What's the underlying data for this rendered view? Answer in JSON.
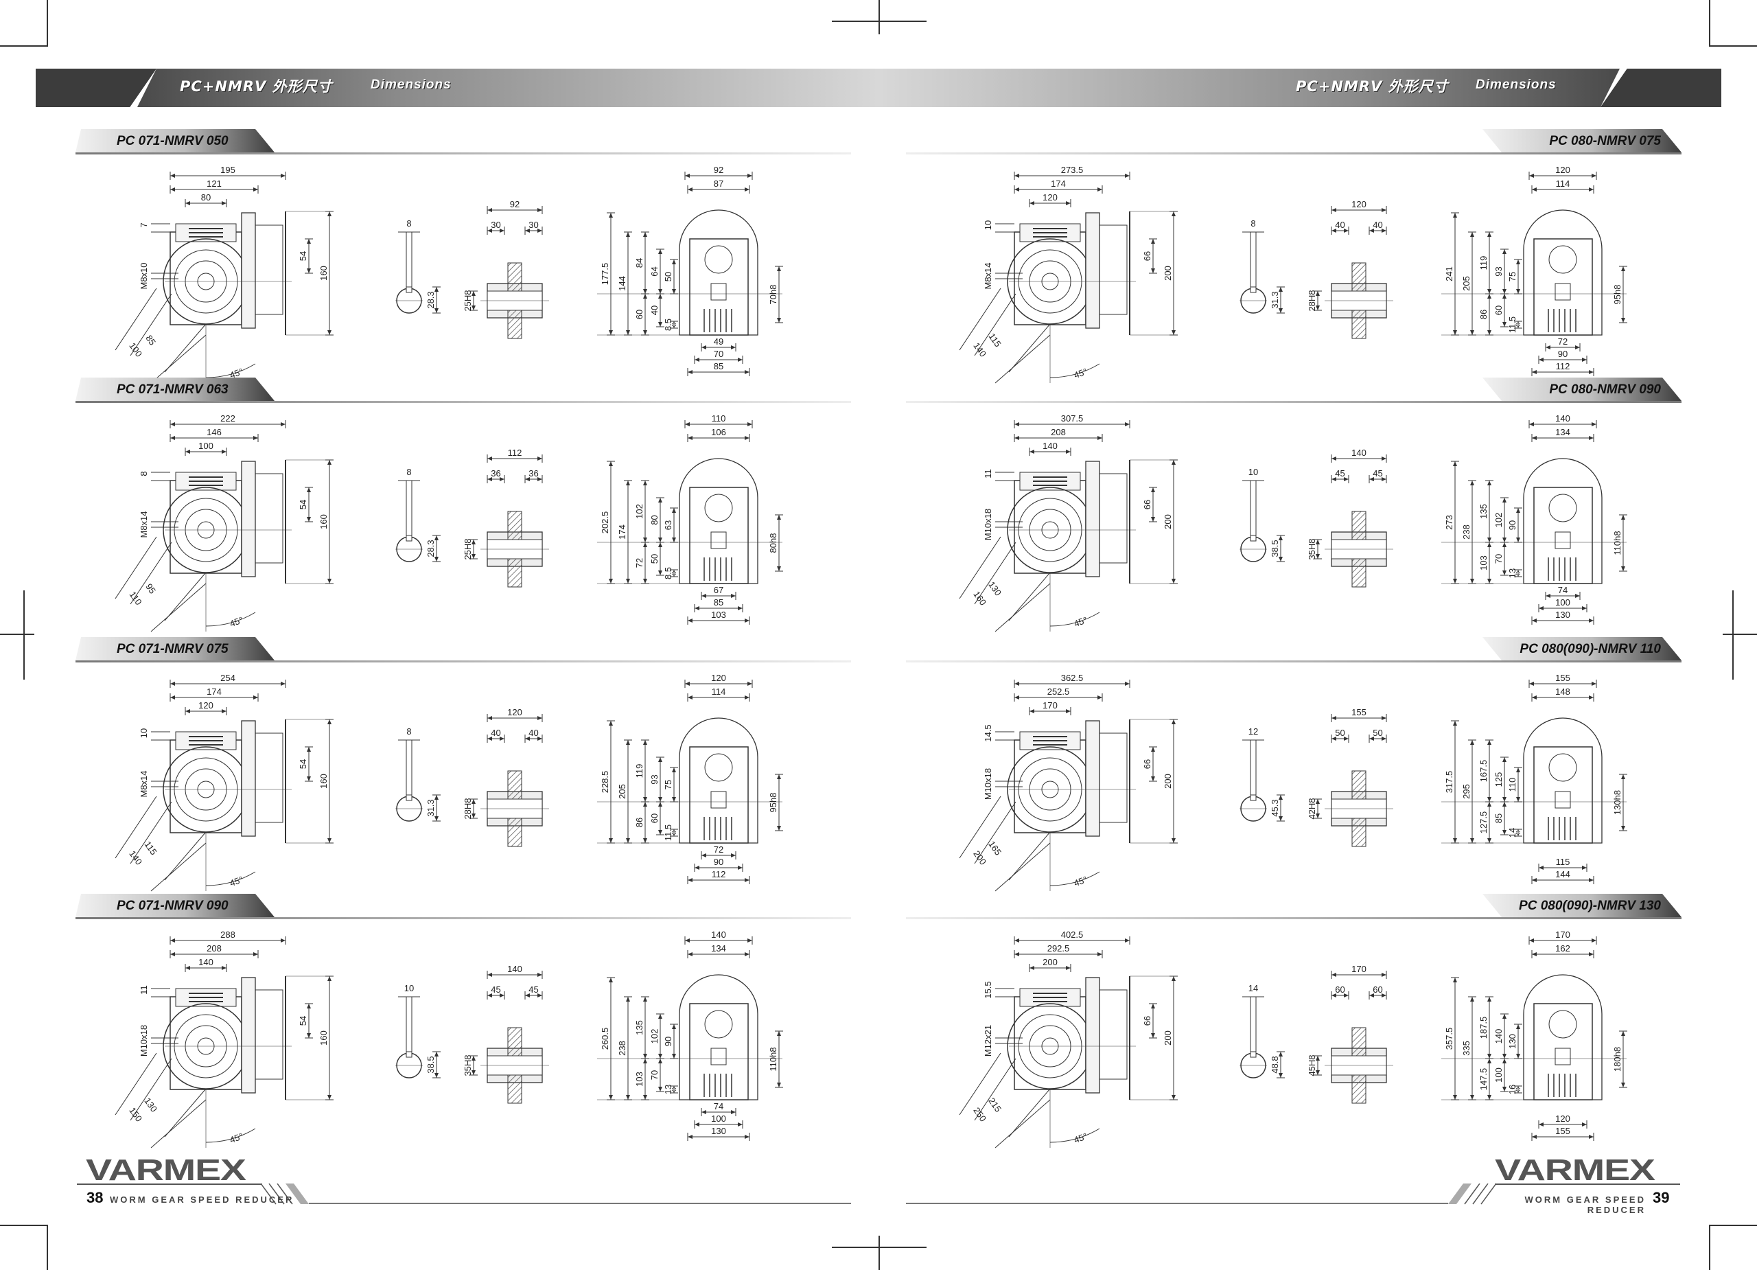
{
  "header": {
    "left": {
      "title": "PC+NMRV 外形尺寸",
      "subtitle": "Dimensions"
    },
    "right": {
      "title": "PC+NMRV 外形尺寸",
      "subtitle": "Dimensions"
    }
  },
  "sections": [
    {
      "page": "left",
      "title": "PC 071-NMRV 050",
      "side": {
        "overall": "195",
        "mid": "121",
        "inner": "80",
        "top": "7",
        "thread": "M8x10",
        "offset": "54",
        "height": "160",
        "diag_inner": "85",
        "diag_outer": "100",
        "angle": "45°"
      },
      "shaft": {
        "key": "8",
        "key_height": "28.3",
        "bore": "25H8",
        "length": "92",
        "hub_left": "30",
        "hub_right": "30"
      },
      "front": {
        "width_outer": "92",
        "width_inner": "87",
        "upper": [
          "177.5",
          "144",
          "84",
          "64",
          "50"
        ],
        "lower": [
          "60",
          "40",
          "8.5"
        ],
        "pilot": "70h8",
        "bottom": [
          "49",
          "70",
          "85"
        ]
      }
    },
    {
      "page": "left",
      "title": "PC 071-NMRV 063",
      "side": {
        "overall": "222",
        "mid": "146",
        "inner": "100",
        "top": "8",
        "thread": "M8x14",
        "offset": "54",
        "height": "160",
        "diag_inner": "95",
        "diag_outer": "110",
        "angle": "45°"
      },
      "shaft": {
        "key": "8",
        "key_height": "28.3",
        "bore": "25H8",
        "length": "112",
        "hub_left": "36",
        "hub_right": "36"
      },
      "front": {
        "width_outer": "110",
        "width_inner": "106",
        "upper": [
          "202.5",
          "174",
          "102",
          "80",
          "63"
        ],
        "lower": [
          "72",
          "50",
          "8.5"
        ],
        "pilot": "80h8",
        "bottom": [
          "67",
          "85",
          "103"
        ]
      }
    },
    {
      "page": "left",
      "title": "PC 071-NMRV 075",
      "side": {
        "overall": "254",
        "mid": "174",
        "inner": "120",
        "top": "10",
        "thread": "M8x14",
        "offset": "54",
        "height": "160",
        "diag_inner": "115",
        "diag_outer": "140",
        "angle": "45°"
      },
      "shaft": {
        "key": "8",
        "key_height": "31.3",
        "bore": "28H8",
        "length": "120",
        "hub_left": "40",
        "hub_right": "40"
      },
      "front": {
        "width_outer": "120",
        "width_inner": "114",
        "upper": [
          "228.5",
          "205",
          "119",
          "93",
          "75"
        ],
        "lower": [
          "86",
          "60",
          "11.5"
        ],
        "pilot": "95h8",
        "bottom": [
          "72",
          "90",
          "112"
        ]
      }
    },
    {
      "page": "left",
      "title": "PC 071-NMRV 090",
      "side": {
        "overall": "288",
        "mid": "208",
        "inner": "140",
        "top": "11",
        "thread": "M10x18",
        "offset": "54",
        "height": "160",
        "diag_inner": "130",
        "diag_outer": "150",
        "angle": "45°"
      },
      "shaft": {
        "key": "10",
        "key_height": "38.5",
        "bore": "35H8",
        "length": "140",
        "hub_left": "45",
        "hub_right": "45"
      },
      "front": {
        "width_outer": "140",
        "width_inner": "134",
        "upper": [
          "260.5",
          "238",
          "135",
          "102",
          "90"
        ],
        "lower": [
          "103",
          "70",
          "13"
        ],
        "pilot": "110h8",
        "bottom": [
          "74",
          "100",
          "130"
        ]
      }
    },
    {
      "page": "right",
      "title": "PC 080-NMRV 075",
      "side": {
        "overall": "273.5",
        "mid": "174",
        "inner": "120",
        "top": "10",
        "thread": "M8x14",
        "offset": "66",
        "height": "200",
        "diag_inner": "115",
        "diag_outer": "140",
        "angle": "45°"
      },
      "shaft": {
        "key": "8",
        "key_height": "31.3",
        "bore": "28H8",
        "length": "120",
        "hub_left": "40",
        "hub_right": "40"
      },
      "front": {
        "width_outer": "120",
        "width_inner": "114",
        "upper": [
          "241",
          "205",
          "119",
          "93",
          "75"
        ],
        "lower": [
          "86",
          "60",
          "11.5"
        ],
        "pilot": "95h8",
        "bottom": [
          "72",
          "90",
          "112"
        ]
      }
    },
    {
      "page": "right",
      "title": "PC 080-NMRV 090",
      "side": {
        "overall": "307.5",
        "mid": "208",
        "inner": "140",
        "top": "11",
        "thread": "M10x18",
        "offset": "66",
        "height": "200",
        "diag_inner": "130",
        "diag_outer": "160",
        "angle": "45°"
      },
      "shaft": {
        "key": "10",
        "key_height": "38.5",
        "bore": "35H8",
        "length": "140",
        "hub_left": "45",
        "hub_right": "45"
      },
      "front": {
        "width_outer": "140",
        "width_inner": "134",
        "upper": [
          "273",
          "238",
          "135",
          "102",
          "90"
        ],
        "lower": [
          "103",
          "70",
          "13"
        ],
        "pilot": "110h8",
        "bottom": [
          "74",
          "100",
          "130"
        ]
      }
    },
    {
      "page": "right",
      "title": "PC 080(090)-NMRV 110",
      "side": {
        "overall": "362.5",
        "mid": "252.5",
        "inner": "170",
        "top": "14.5",
        "thread": "M10x18",
        "offset": "66",
        "height": "200",
        "diag_inner": "165",
        "diag_outer": "200",
        "angle": "45°"
      },
      "shaft": {
        "key": "12",
        "key_height": "45.3",
        "bore": "42H8",
        "length": "155",
        "hub_left": "50",
        "hub_right": "50"
      },
      "front": {
        "width_outer": "155",
        "width_inner": "148",
        "upper": [
          "317.5",
          "295",
          "167.5",
          "125",
          "110"
        ],
        "lower": [
          "127.5",
          "85",
          "14"
        ],
        "pilot": "130h8",
        "bottom": [
          "115",
          "144"
        ]
      }
    },
    {
      "page": "right",
      "title": "PC 080(090)-NMRV 130",
      "side": {
        "overall": "402.5",
        "mid": "292.5",
        "inner": "200",
        "top": "15.5",
        "thread": "M12x21",
        "offset": "66",
        "height": "200",
        "diag_inner": "215",
        "diag_outer": "250",
        "angle": "45°"
      },
      "shaft": {
        "key": "14",
        "key_height": "48.8",
        "bore": "45H8",
        "length": "170",
        "hub_left": "60",
        "hub_right": "60"
      },
      "front": {
        "width_outer": "170",
        "width_inner": "162",
        "upper": [
          "357.5",
          "335",
          "187.5",
          "140",
          "130"
        ],
        "lower": [
          "147.5",
          "100",
          "16"
        ],
        "pilot": "180h8",
        "bottom": [
          "120",
          "155"
        ]
      }
    }
  ],
  "footer": {
    "logo": "VARMEX",
    "left": {
      "page": "38",
      "text": "WORM GEAR SPEED REDUCER"
    },
    "right": {
      "page": "39",
      "text": "WORM GEAR SPEED REDUCER"
    }
  }
}
